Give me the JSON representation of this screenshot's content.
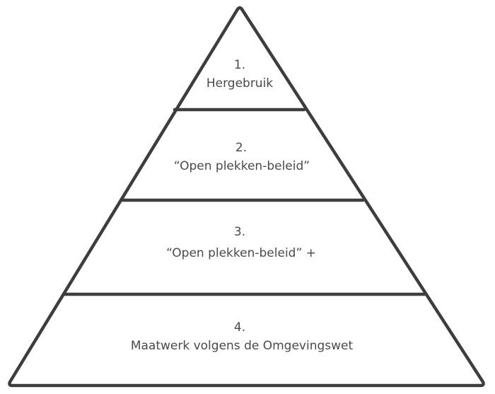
{
  "pyramid": {
    "tiers": [
      {
        "number": "1.",
        "label": "Hergebruik"
      },
      {
        "number": "2.",
        "label": "“Open plekken-beleid”"
      },
      {
        "number": "3.",
        "label": "“Open plekken-beleid” +"
      },
      {
        "number": "4.",
        "label": "Maatwerk volgens de Omgevingswet"
      }
    ]
  }
}
